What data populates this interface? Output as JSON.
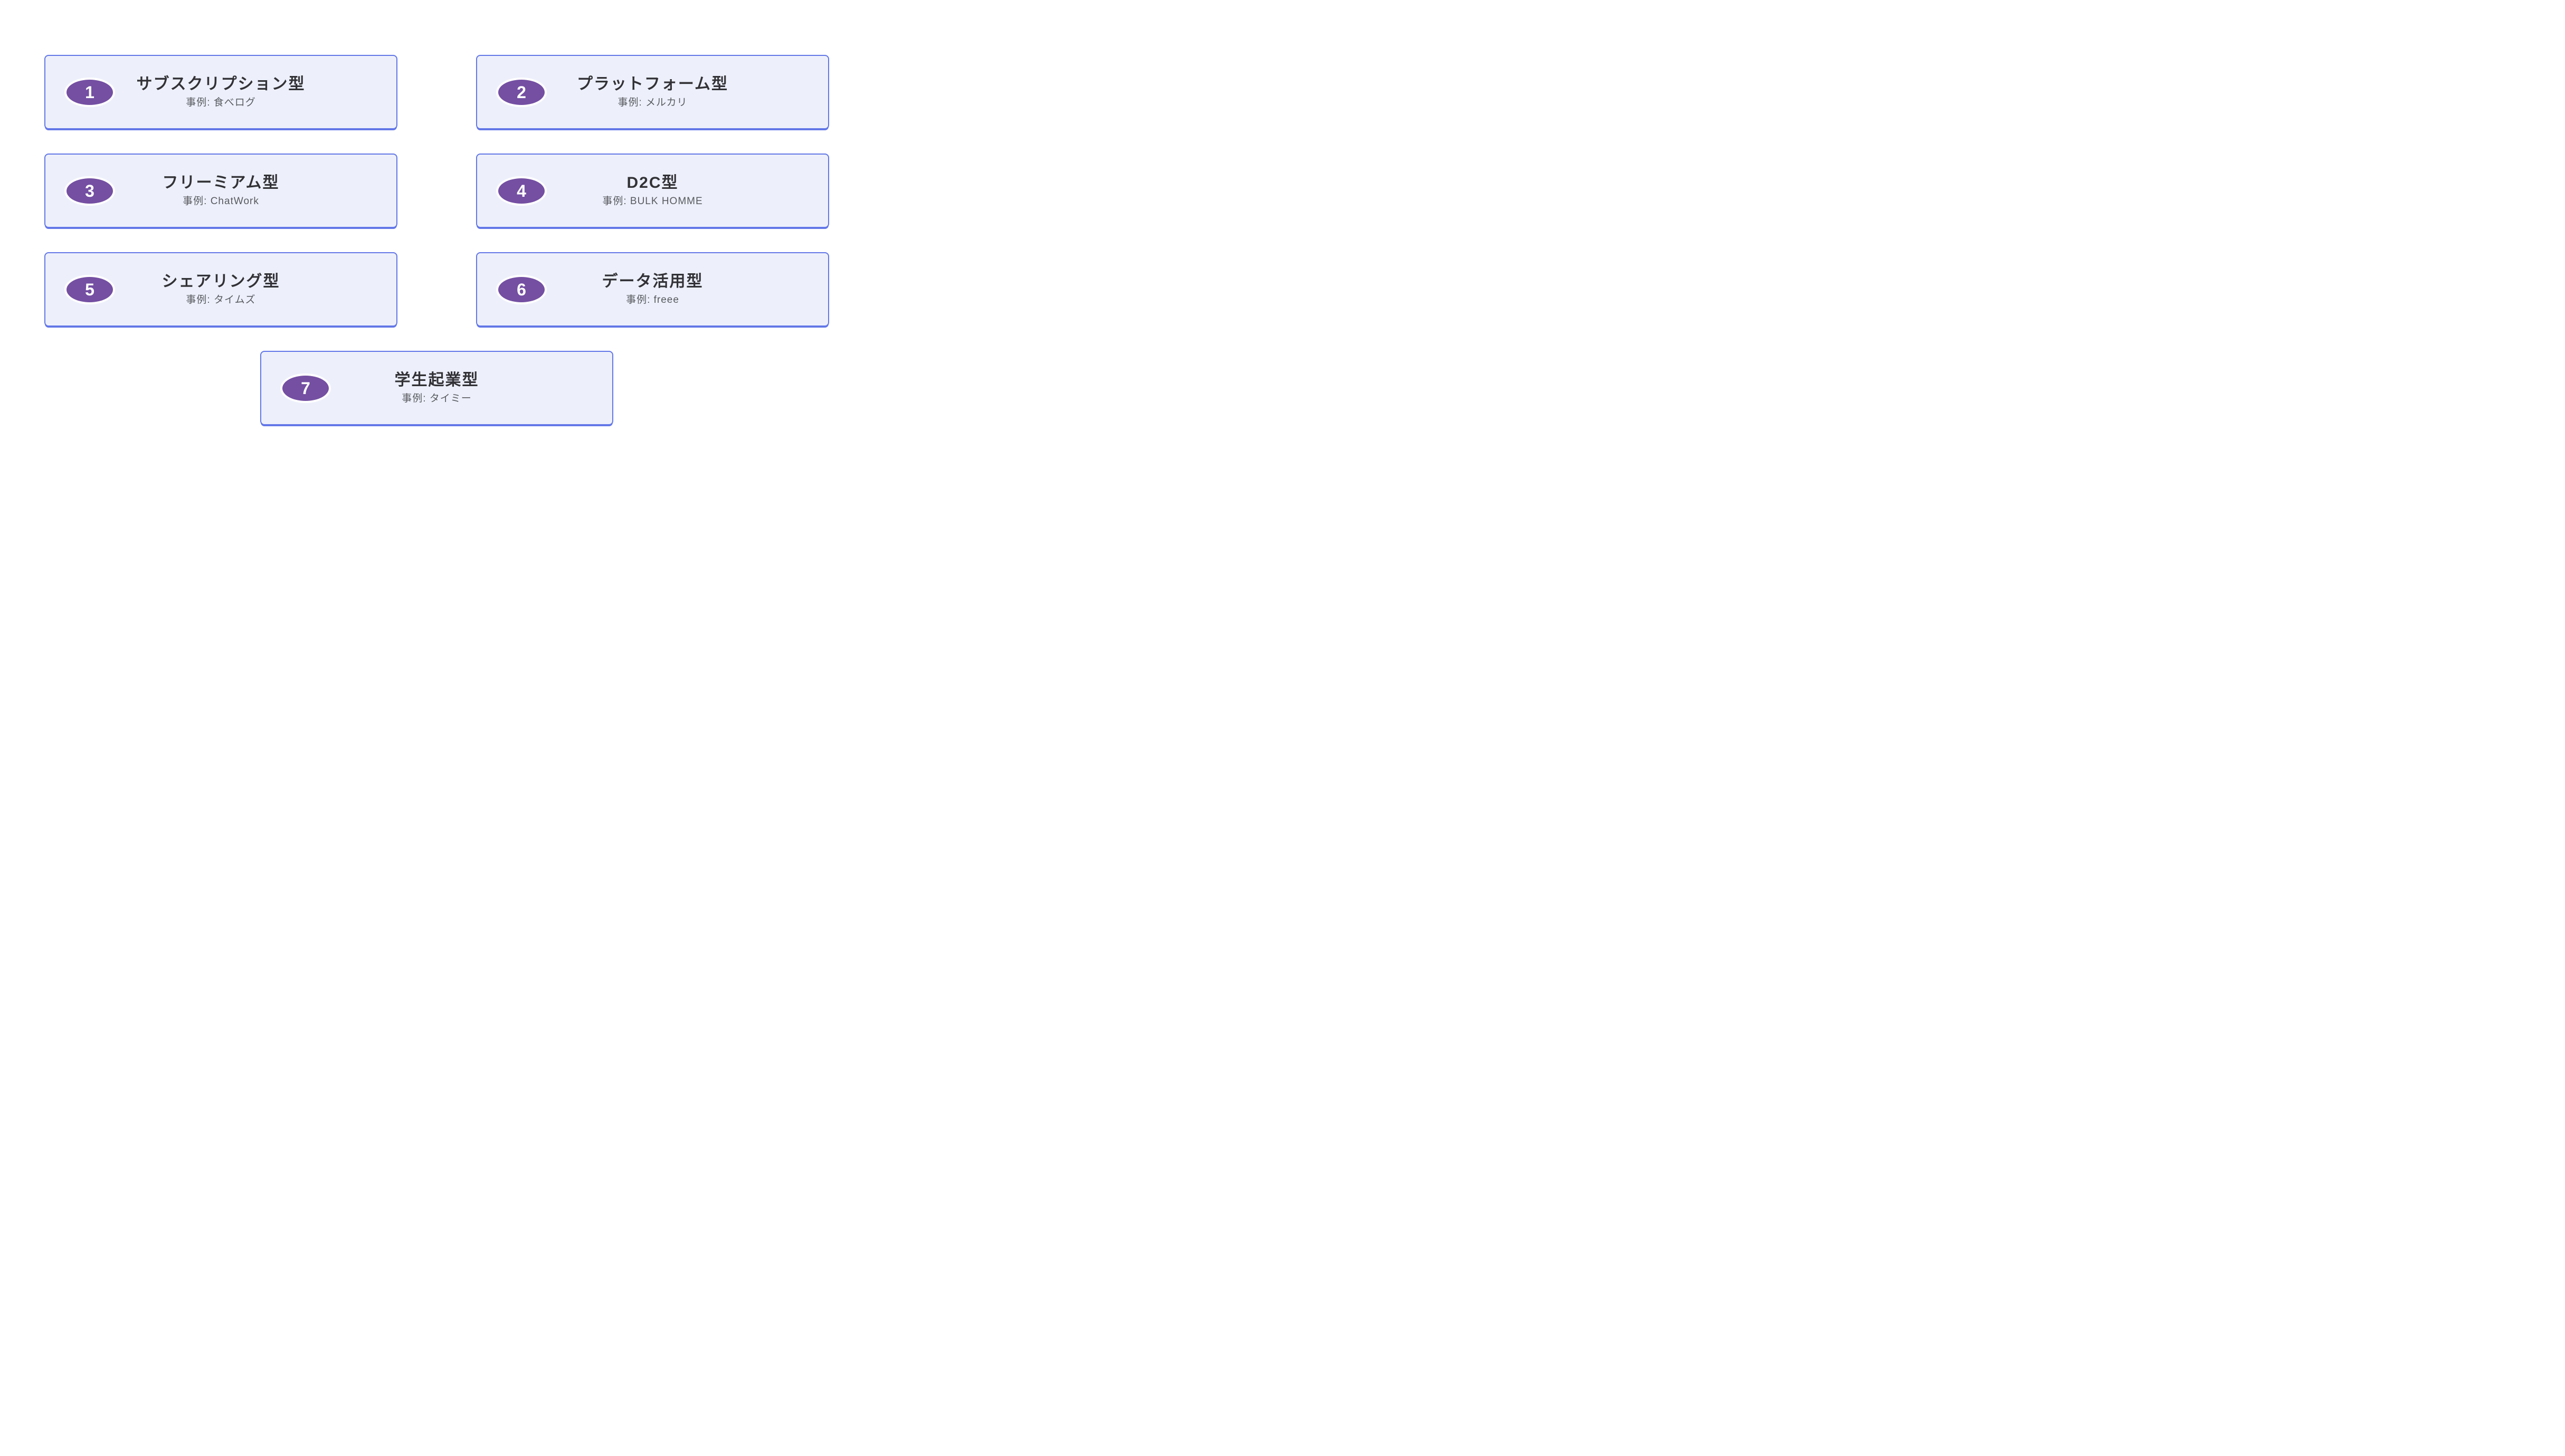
{
  "diagram": {
    "type": "numbered-card-grid",
    "colors": {
      "page_bg": "#FFFFFF",
      "card_bg": "#EDF0FB",
      "card_border": "#6377E7",
      "badge_fill": "#744FA2",
      "badge_ring": "#FFFFFF",
      "badge_number": "#FFFFFF",
      "title_text": "#323236",
      "example_text": "#595A5F"
    },
    "cards": [
      {
        "number": "1",
        "title": "サブスクリプション型",
        "example": "事例: 食べログ"
      },
      {
        "number": "2",
        "title": "プラットフォーム型",
        "example": "事例: メルカリ"
      },
      {
        "number": "3",
        "title": "フリーミアム型",
        "example": "事例: ChatWork"
      },
      {
        "number": "4",
        "title": "D2C型",
        "example": "事例: BULK HOMME"
      },
      {
        "number": "5",
        "title": "シェアリング型",
        "example": "事例: タイムズ"
      },
      {
        "number": "6",
        "title": "データ活用型",
        "example": "事例: freee"
      },
      {
        "number": "7",
        "title": "学生起業型",
        "example": "事例: タイミー"
      }
    ]
  }
}
